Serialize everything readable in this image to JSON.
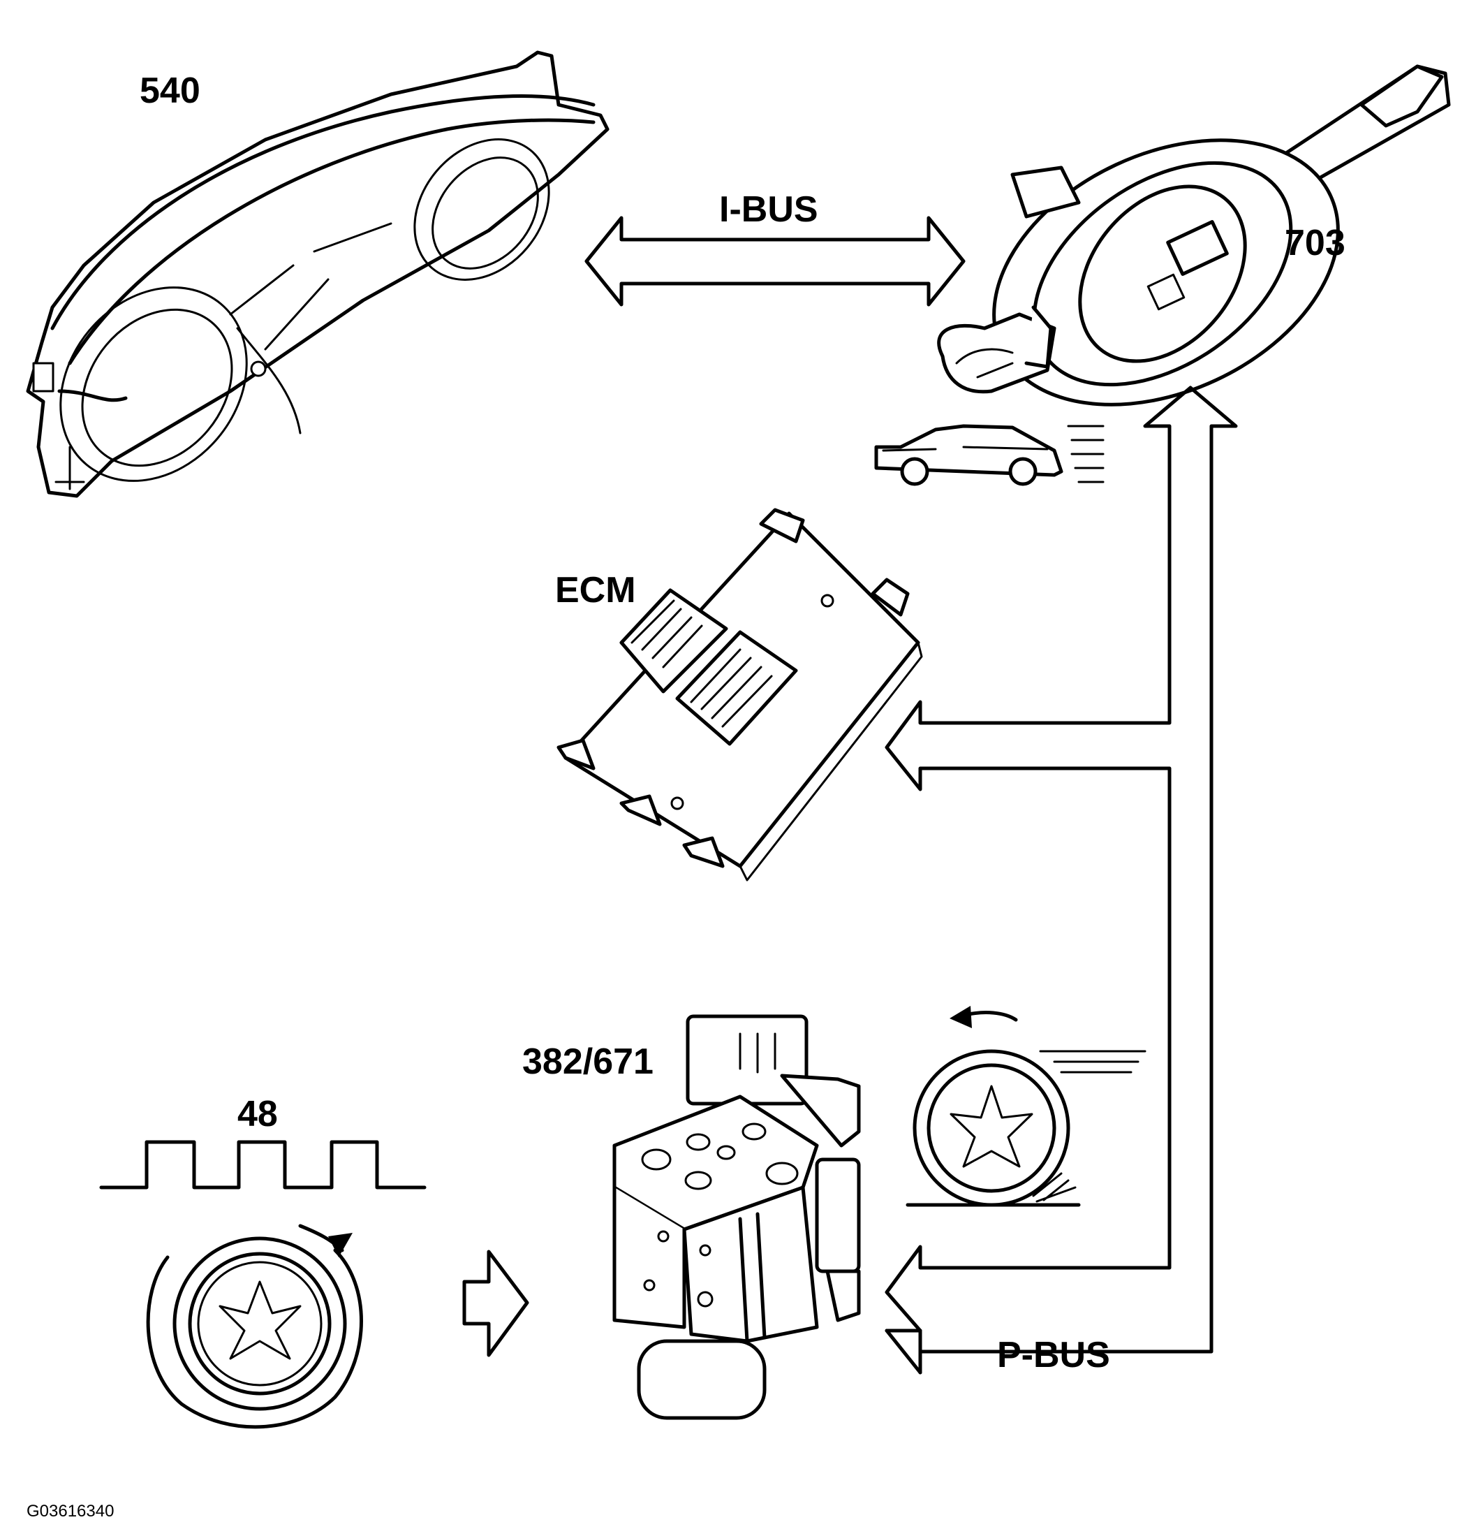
{
  "labels": {
    "instrument_cluster": "540",
    "steering_switch": "703",
    "ecm": "ECM",
    "abs_module": "382/671",
    "wheel_sensor": "48",
    "ibus": "I-BUS",
    "pbus": "P-BUS",
    "figure_code": "G03616340"
  },
  "icons": {
    "instrument_cluster": "instrument-cluster",
    "steering_switch": "steering-column-switch",
    "car": "moving-car",
    "ecm": "engine-control-module",
    "abs_module": "abs-hydraulic-unit",
    "wheel_sensor": "wheel-speed-sensor",
    "skidding_wheel": "skidding-wheel"
  }
}
